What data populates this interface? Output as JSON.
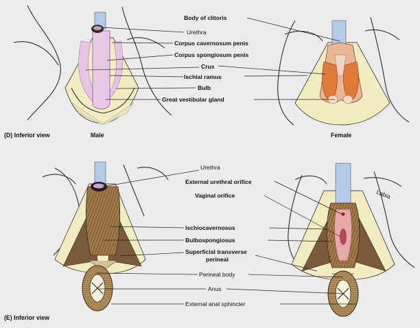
{
  "panel_d": {
    "caption": "(D) Inferior view",
    "male_label": "Male",
    "female_label": "Female",
    "labels": {
      "body_of_clitoris": "Body of clitoris",
      "urethra": "Urethra",
      "corpus_cavernosum": "Corpus cavernosum penis",
      "corpus_spongiosum": "Corpus spongiosum penis",
      "crus": "Crus",
      "ischial_ramus": "Ischial ramus",
      "bulb": "Bulb",
      "great_vestibular_gland": "Great vestibular gland"
    }
  },
  "panel_e": {
    "caption": "(E) Inferior view",
    "labels": {
      "urethra": "Urethra",
      "external_urethral_orifice": "External urethral orifice",
      "vaginal_orifice": "Vaginal orifice",
      "ischiocavernosus": "Ischiocavernosus",
      "bulbospongiosus": "Bulbospongiosus",
      "superficial_transverse_1": "Superficial transverse",
      "superficial_transverse_2": "perineal",
      "perineal_body": "Perineal body",
      "anus": "Anus",
      "external_anal_sphincter": "External anal sphincter"
    },
    "labia_tag": "Labia"
  }
}
